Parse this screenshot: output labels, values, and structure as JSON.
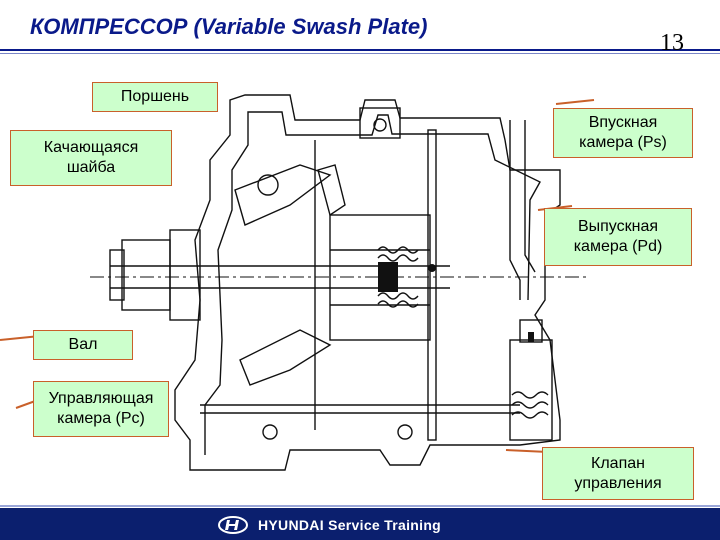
{
  "slide": {
    "title": "КОМПРЕССОР (Variable Swash Plate)",
    "page_number": "13"
  },
  "labels": {
    "piston": "Поршень",
    "swash_plate": "Качающаяся шайба",
    "suction_chamber": "Впускная камера (Ps)",
    "discharge_chamber": "Выпускная камера (Pd)",
    "shaft": "Вал",
    "control_chamber": "Управляющая камера (Pc)",
    "control_valve": "Клапан управления"
  },
  "footer": {
    "brand_text": "HYUNDAI Service Training"
  },
  "colors": {
    "title": "#0a1a8a",
    "label_fill": "#ccffcc",
    "label_border": "#c9602a",
    "footer_bg": "#0b1f6e"
  }
}
